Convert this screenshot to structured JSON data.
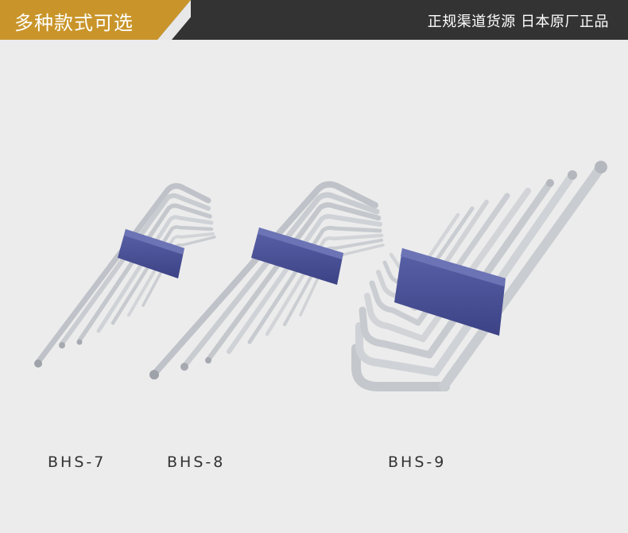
{
  "header": {
    "title": "多种款式可选",
    "tagline": "正规渠道货源  日本原厂正品",
    "accent_color": "#c9952a",
    "bar_color": "#333333"
  },
  "products": [
    {
      "model": "BHS-7",
      "keys": 7
    },
    {
      "model": "BHS-8",
      "keys": 8
    },
    {
      "model": "BHS-9",
      "keys": 9
    }
  ],
  "colors": {
    "background": "#ececec",
    "holder": "#4a5196",
    "steel": "#d6d8dc"
  }
}
